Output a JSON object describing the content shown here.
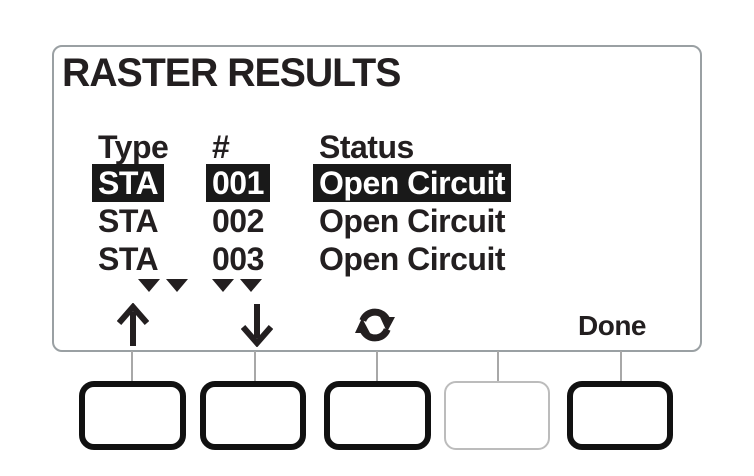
{
  "colors": {
    "text": "#231f20",
    "highlight_bg": "#191919",
    "highlight_text": "#ffffff",
    "screen_border": "#9aa0a3",
    "active_button_border": "#111111",
    "inactive_button_border": "#bcbcbc",
    "connector_line": "#a8a8a8"
  },
  "screen": {
    "title": "RASTER RESULTS",
    "table": {
      "headers": {
        "type": "Type",
        "num": "#",
        "status": "Status"
      },
      "rows": [
        {
          "type": "STA",
          "num": "001",
          "status": "Open Circuit",
          "highlighted": true
        },
        {
          "type": "STA",
          "num": "002",
          "status": "Open Circuit",
          "highlighted": false
        },
        {
          "type": "STA",
          "num": "003",
          "status": "Open Circuit",
          "highlighted": false
        }
      ],
      "scroll_indicator_columns": [
        "type",
        "num"
      ],
      "scroll_indicator_icon": "double-down-triangle-icon"
    },
    "softkeys": {
      "key1_icon": "up-arrow-icon",
      "key2_icon": "down-arrow-icon",
      "key3_icon": "refresh-icon",
      "key4_label": "",
      "key5_label": "Done"
    }
  },
  "hardware_buttons": [
    {
      "id": "softkey-button-1",
      "active": true
    },
    {
      "id": "softkey-button-2",
      "active": true
    },
    {
      "id": "softkey-button-3",
      "active": true
    },
    {
      "id": "softkey-button-4",
      "active": false
    },
    {
      "id": "softkey-button-5",
      "active": true
    }
  ]
}
